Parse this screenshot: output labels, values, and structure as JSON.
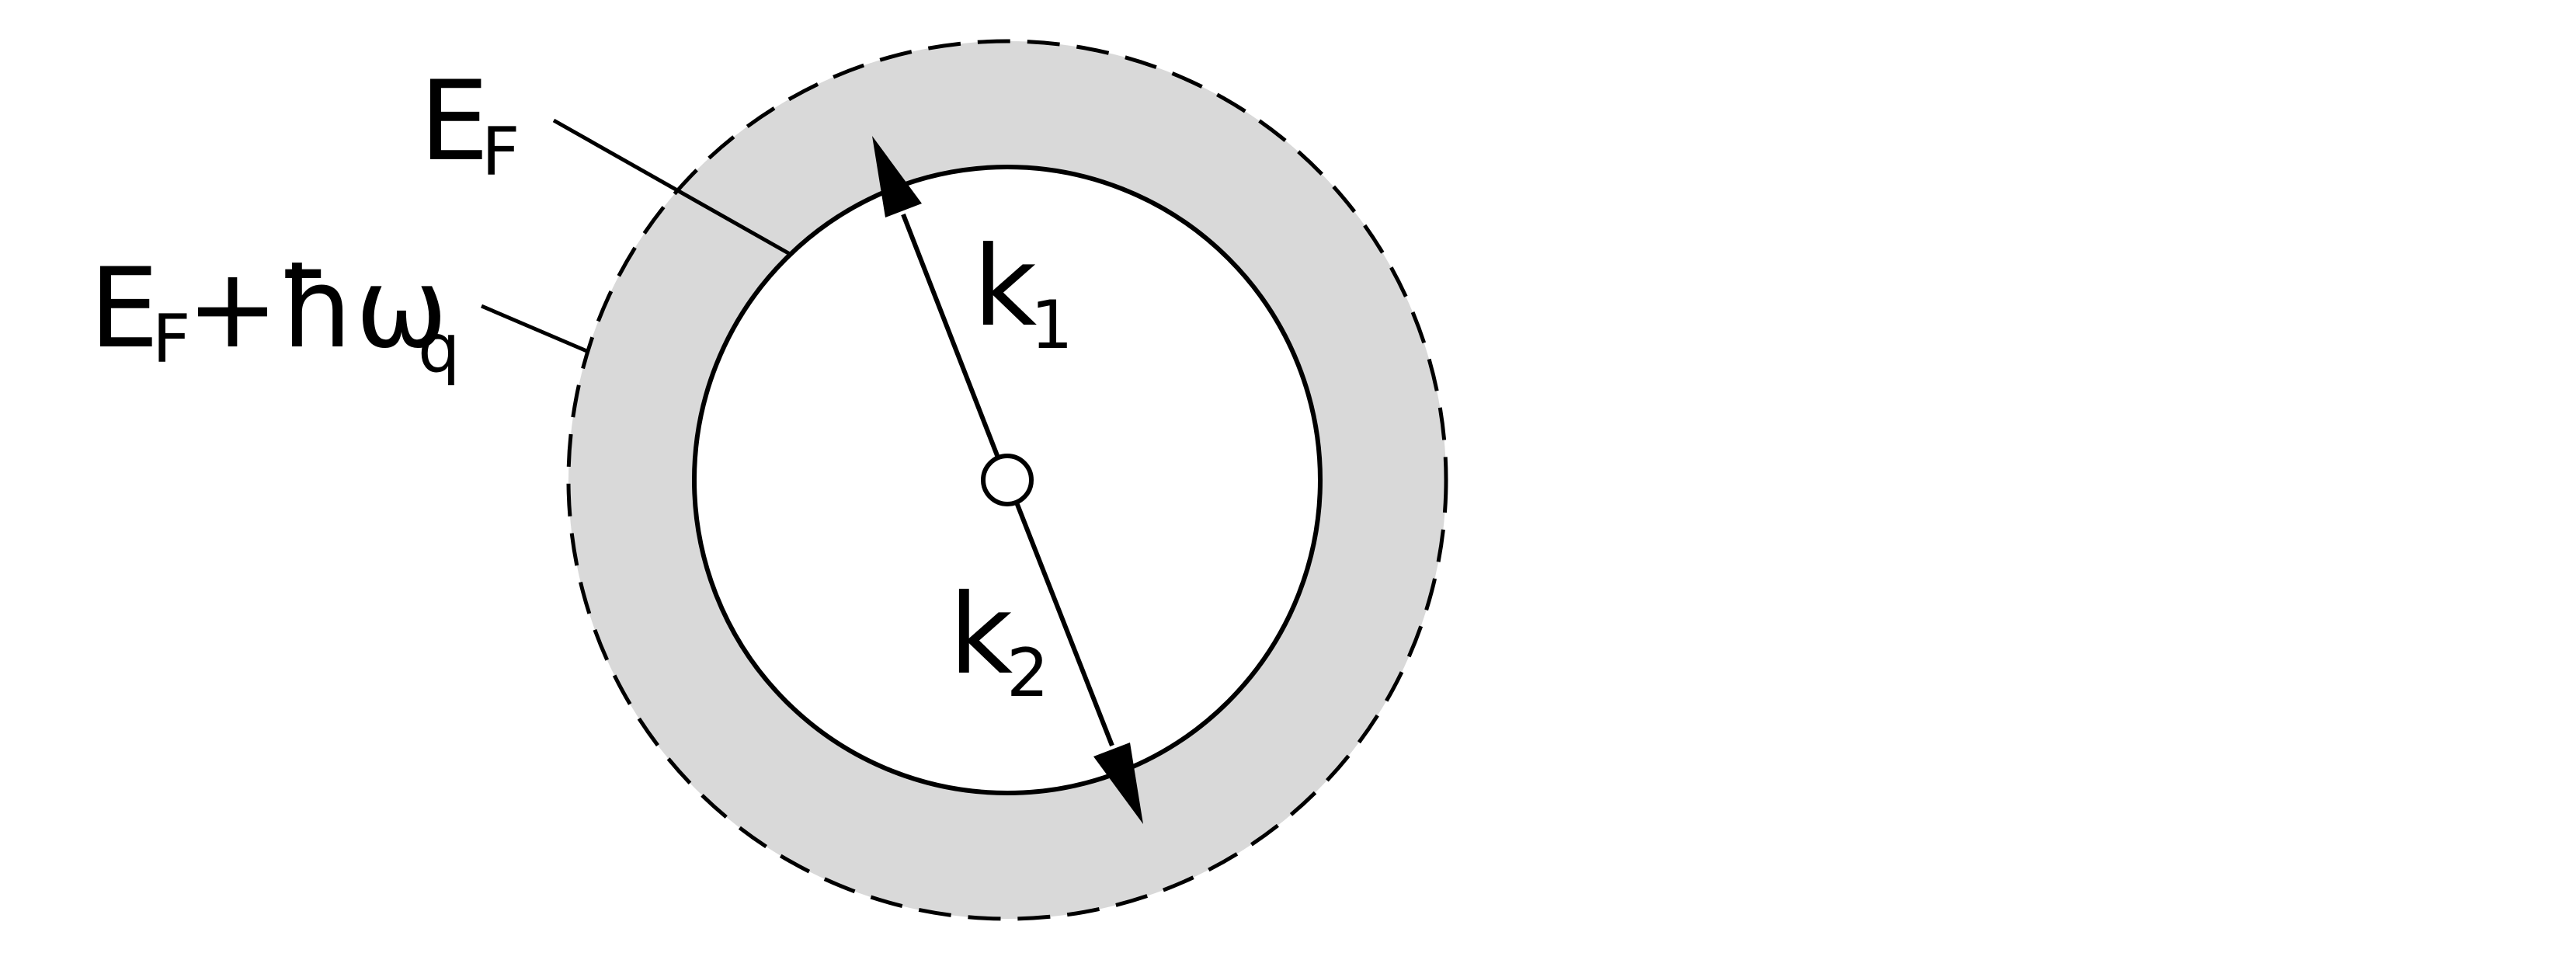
{
  "colors": {
    "background": "#ffffff",
    "shell_fill": "#d9d9d9",
    "stroke": "#000000",
    "inner_fill": "#ffffff"
  },
  "labels": {
    "fermi_level": {
      "main": "E",
      "sub": "F"
    },
    "outer_level": {
      "main_e": "E",
      "sub_f": "F",
      "plus_hbar_omega": "+ħω",
      "sub_q": "q"
    },
    "k1": {
      "main": "k",
      "sub": "1"
    },
    "k2": {
      "main": "k",
      "sub": "2"
    }
  }
}
